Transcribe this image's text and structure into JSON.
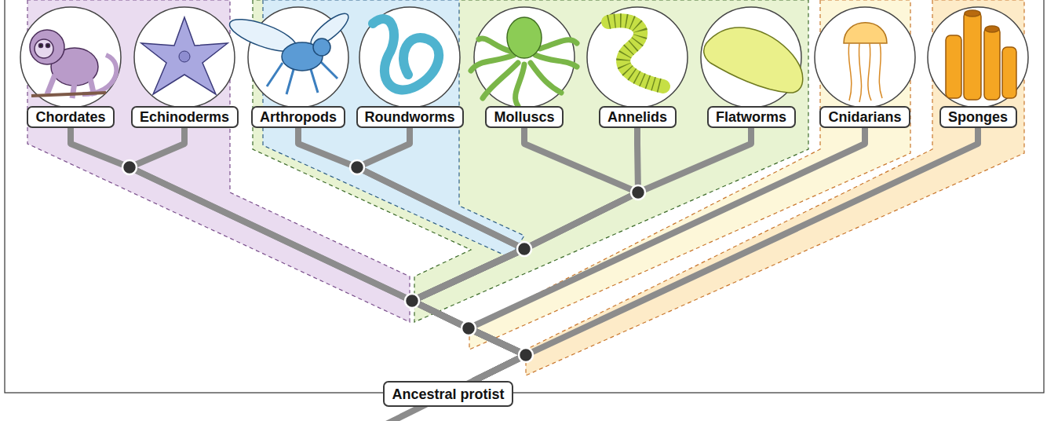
{
  "diagram": {
    "nodes": [
      {
        "text": [
          "Chordates"
        ]
      },
      {
        "text": [
          "Echinoderms"
        ]
      },
      {
        "text": [
          "Arthropods"
        ]
      },
      {
        "text": [
          "Roundworms"
        ]
      },
      {
        "text": [
          "Molluscs"
        ]
      },
      {
        "text": [
          "Annelids"
        ]
      },
      {
        "text": [
          "Flatworms"
        ]
      },
      {
        "text": [
          "Cnidarians"
        ]
      },
      {
        "text": [
          "Sponges"
        ]
      },
      {
        "text": [
          "Ancestral protist"
        ]
      }
    ],
    "edges": [
      {
        "from": 9,
        "to": 0,
        "arrow": "none"
      },
      {
        "from": 9,
        "to": 1,
        "arrow": "none"
      },
      {
        "from": 9,
        "to": 2,
        "arrow": "none"
      },
      {
        "from": 9,
        "to": 3,
        "arrow": "none"
      },
      {
        "from": 9,
        "to": 4,
        "arrow": "none"
      },
      {
        "from": 9,
        "to": 5,
        "arrow": "none"
      },
      {
        "from": 9,
        "to": 6,
        "arrow": "none"
      },
      {
        "from": 9,
        "to": 7,
        "arrow": "none"
      },
      {
        "from": 9,
        "to": 8,
        "arrow": "none"
      }
    ]
  }
}
